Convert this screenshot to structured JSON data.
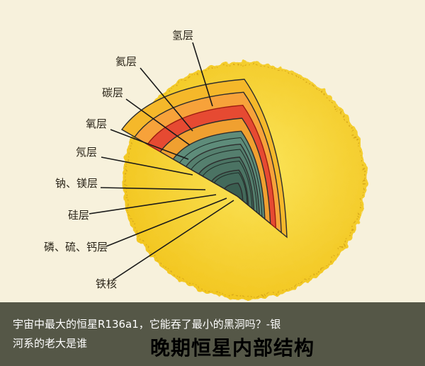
{
  "diagram": {
    "title": "晚期恒星内部结构",
    "layers": [
      {
        "label": "氢层",
        "color": "#f5b82a"
      },
      {
        "label": "氦层",
        "color": "#f7a23a"
      },
      {
        "label": "碳层",
        "color": "#e64a32"
      },
      {
        "label": "氧层",
        "color": "#f0a030"
      },
      {
        "label": "氖层",
        "color": "#5e8c7a"
      },
      {
        "label": "钠、镁层",
        "color": "#557f6e"
      },
      {
        "label": "硅层",
        "color": "#4b7363"
      },
      {
        "label": "磷、硫、钙层",
        "color": "#436a5b"
      },
      {
        "label": "铁核",
        "color": "#3a5e50"
      }
    ],
    "surface_color": "#f7d532"
  },
  "headline": {
    "line1": "宇宙中最大的恒星R136a1，它能吞了最小的黑洞吗？-银",
    "line2": "河系的老大是谁"
  }
}
